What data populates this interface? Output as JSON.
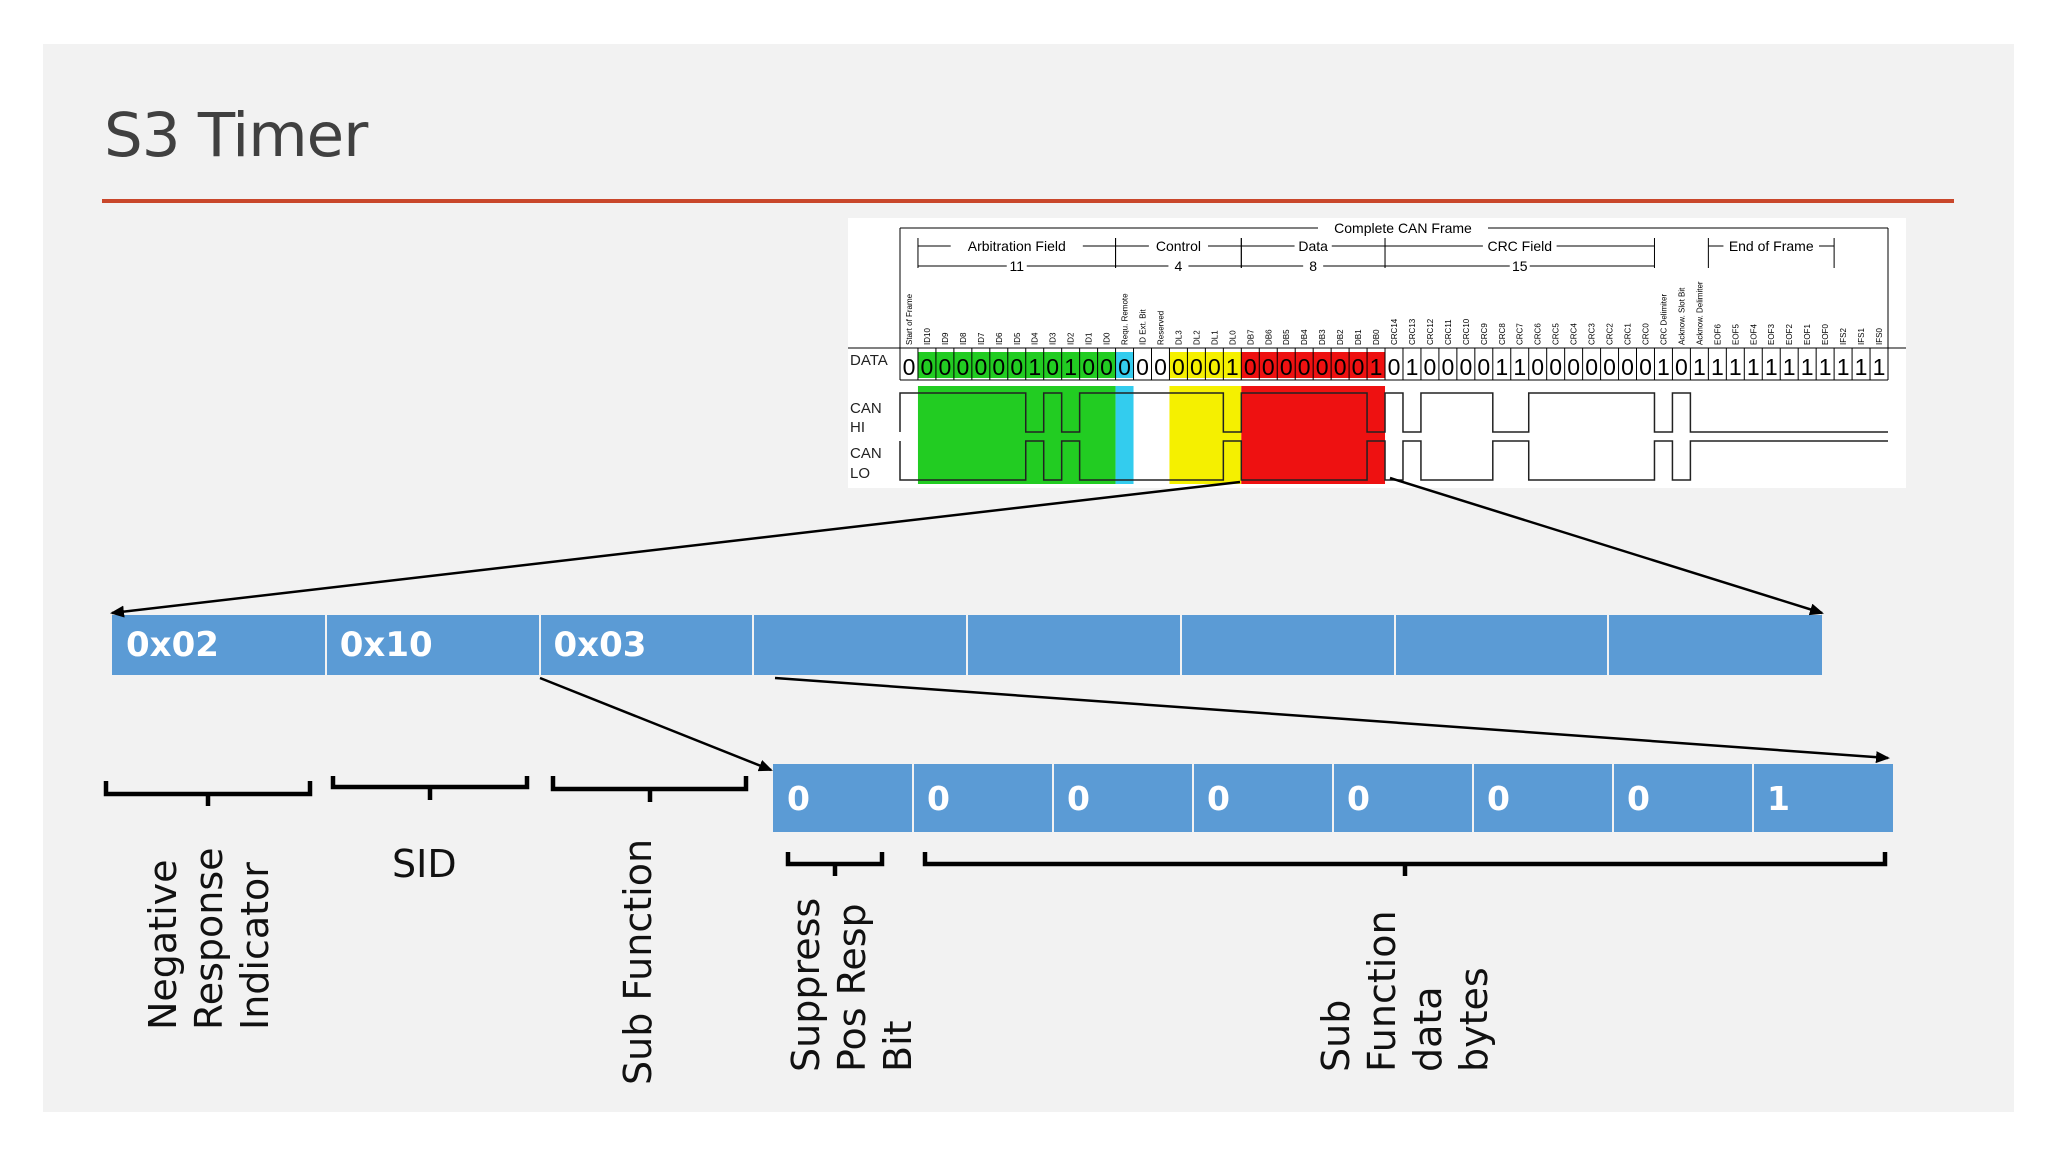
{
  "title": "S3 Timer",
  "can_frame": {
    "complete_label": "Complete CAN Frame",
    "fields": [
      {
        "name": "Arbitration Field",
        "count": "11"
      },
      {
        "name": "Control",
        "count": "4"
      },
      {
        "name": "Data",
        "count": "8"
      },
      {
        "name": "CRC Field",
        "count": "15"
      },
      {
        "name": "End of Frame",
        "count": ""
      }
    ],
    "row_labels": {
      "data": "DATA",
      "can_hi_1": "CAN",
      "can_hi_2": "HI",
      "can_lo_1": "CAN",
      "can_lo_2": "LO"
    },
    "bit_names": [
      "Start of Frame",
      "ID10",
      "ID9",
      "ID8",
      "ID7",
      "ID6",
      "ID5",
      "ID4",
      "ID3",
      "ID2",
      "ID1",
      "ID0",
      "Requ. Remote",
      "ID Ext. Bit",
      "Reserved",
      "DL3",
      "DL2",
      "DL1",
      "DL0",
      "DB7",
      "DB6",
      "DB5",
      "DB4",
      "DB3",
      "DB2",
      "DB1",
      "DB0",
      "CRC14",
      "CRC13",
      "CRC12",
      "CRC11",
      "CRC10",
      "CRC9",
      "CRC8",
      "CRC7",
      "CRC6",
      "CRC5",
      "CRC4",
      "CRC3",
      "CRC2",
      "CRC1",
      "CRC0",
      "CRC Delimiter",
      "Acknow. Slot Bit",
      "Acknow. Delimiter",
      "EOF6",
      "EOF5",
      "EOF4",
      "EOF3",
      "EOF2",
      "EOF1",
      "EOF0",
      "IFS2",
      "IFS1",
      "IFS0"
    ],
    "bits": [
      "0",
      "0",
      "0",
      "0",
      "0",
      "0",
      "0",
      "1",
      "0",
      "1",
      "0",
      "0",
      "0",
      "0",
      "0",
      "0",
      "0",
      "0",
      "1",
      "0",
      "0",
      "0",
      "0",
      "0",
      "0",
      "0",
      "1",
      "0",
      "1",
      "0",
      "0",
      "0",
      "0",
      "1",
      "1",
      "0",
      "0",
      "0",
      "0",
      "0",
      "0",
      "0",
      "1",
      "0",
      "1",
      "1",
      "1",
      "1",
      "1",
      "1",
      "1",
      "1",
      "1",
      "1",
      "1"
    ],
    "colors": {
      "green": "#22cc22",
      "cyan": "#33ccee",
      "yellow": "#f5f000",
      "red": "#ee1111"
    }
  },
  "data_bytes": [
    "0x02",
    "0x10",
    "0x03",
    "",
    "",
    "",
    "",
    ""
  ],
  "bits_row": [
    "0",
    "0",
    "0",
    "0",
    "0",
    "0",
    "0",
    "1"
  ],
  "labels": {
    "nri": [
      "Negative",
      "Response",
      "Indicator"
    ],
    "sid": "SID",
    "sub_function": "Sub Function",
    "suppress": [
      "Suppress",
      "Pos Resp",
      "Bit"
    ],
    "sub_function_data": [
      "Sub",
      "Function",
      "data",
      "bytes"
    ]
  },
  "colors": {
    "cell": "#5b9bd5",
    "rule": "#c9472b",
    "background": "#f2f2f2"
  }
}
